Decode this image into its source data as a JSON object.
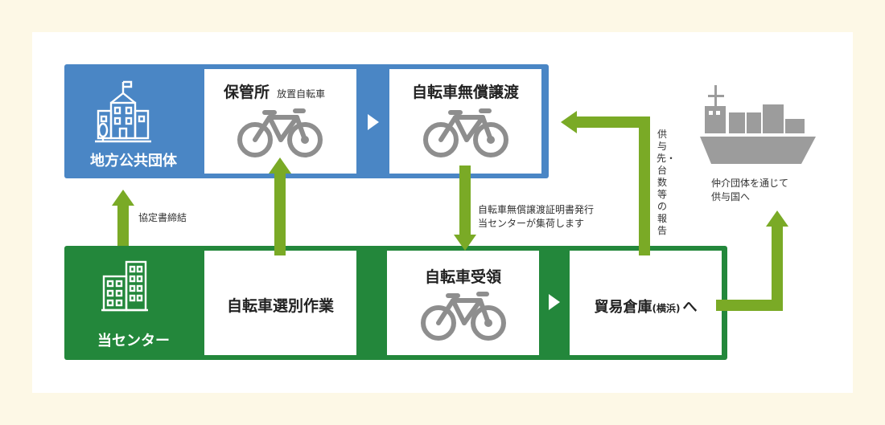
{
  "top": {
    "org_label": "地方公共団体",
    "storage": {
      "title": "保管所",
      "note": "放置自転車"
    },
    "transfer": {
      "title": "自転車無償譲渡"
    }
  },
  "bottom": {
    "org_label": "当センター",
    "sorting": {
      "title": "自転車選別作業"
    },
    "receive": {
      "title": "自転車受領"
    },
    "warehouse": {
      "title": "貿易倉庫",
      "paren": "(横浜)",
      "suffix": "へ"
    }
  },
  "notes": {
    "agreement": "協定書締結",
    "certificate": [
      "自転車無償譲渡証明書発行",
      "当センターが集荷します"
    ],
    "report_vertical": "供与先・台数等の報告",
    "ship_caption": [
      "仲介団体を通じて",
      "供与国へ"
    ]
  },
  "colors": {
    "background": "#fdf8e6",
    "municipality_blue": "#4a86c5",
    "center_green": "#23873b",
    "arrow_green": "#7aaa26",
    "icon_gray": "#8e8e8e"
  },
  "icons": [
    "school-building-icon",
    "office-building-icon",
    "bicycle-icon",
    "cargo-ship-icon"
  ]
}
